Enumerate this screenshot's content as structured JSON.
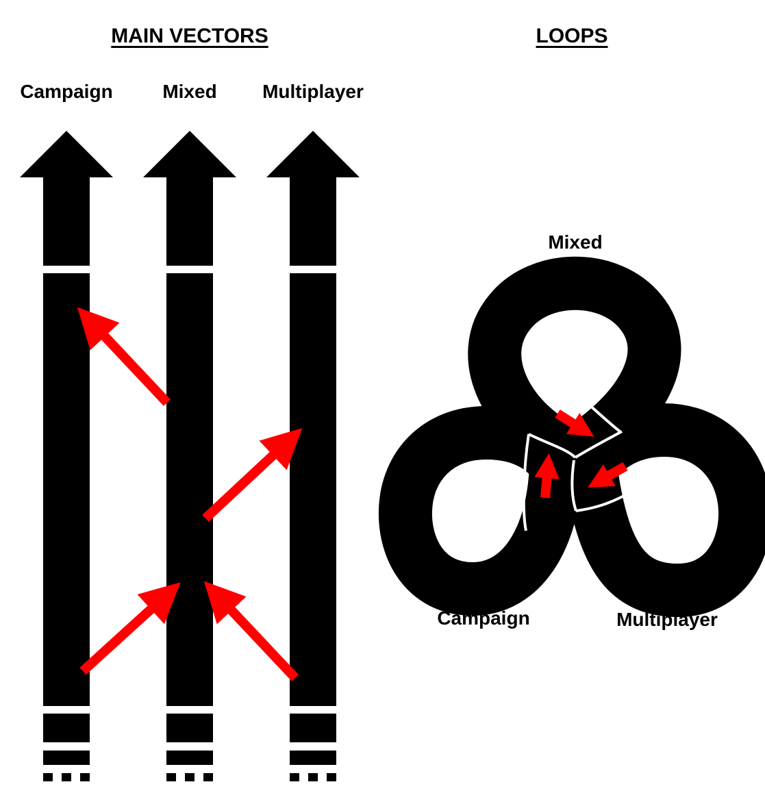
{
  "main_vectors": {
    "title": "MAIN VECTORS",
    "columns": [
      {
        "label": "Campaign"
      },
      {
        "label": "Mixed"
      },
      {
        "label": "Multiplayer"
      }
    ]
  },
  "loops": {
    "title": "LOOPS",
    "labels": {
      "mixed": "Mixed",
      "campaign": "Campaign",
      "multiplayer": "Multiplayer"
    }
  },
  "colors": {
    "shape": "#000000",
    "arrow": "#ff0000",
    "background": "#ffffff"
  }
}
